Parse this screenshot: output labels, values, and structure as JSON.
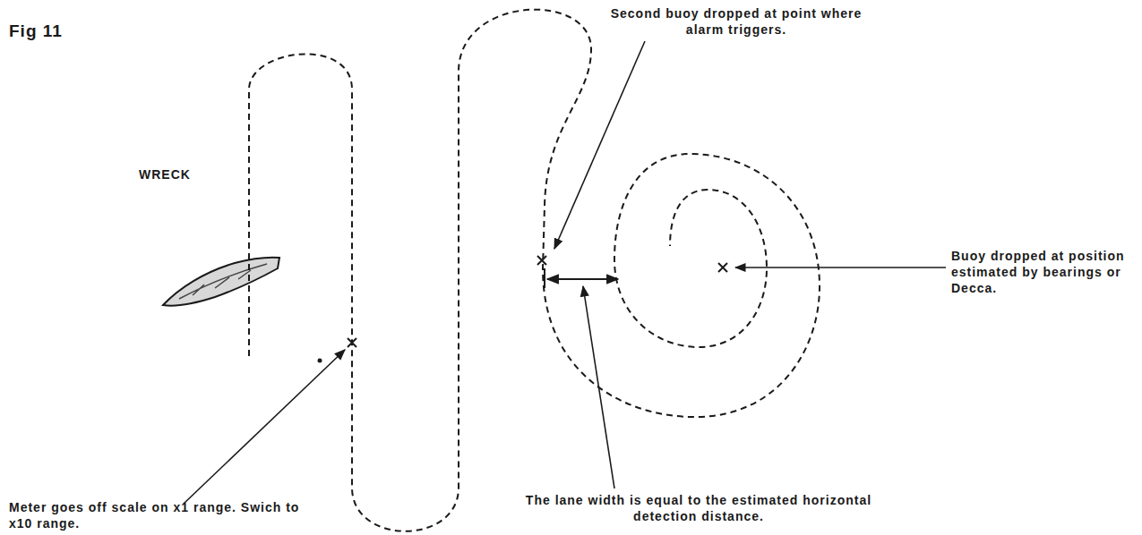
{
  "diagram": {
    "title": "Fig 11",
    "labels": [
      "WRECK",
      "Second buoy dropped at point where alarm triggers.",
      "Buoy dropped at position estimated by bearings or Decca.",
      "Meter goes off scale on x1 range. Swich to x10 range.",
      "The lane width is equal to the estimated horizontal detection distance."
    ]
  }
}
